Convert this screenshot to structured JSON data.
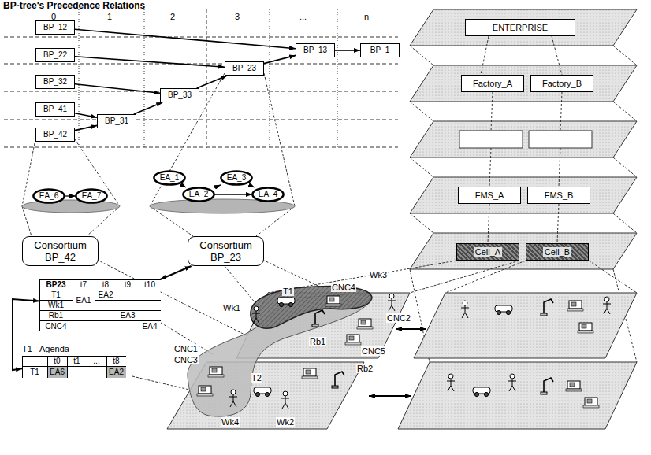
{
  "diagram": {
    "title": "BP-tree's Precedence Relations",
    "nodes": [
      {
        "text": [
          "BP_12"
        ]
      },
      {
        "text": [
          "BP_22"
        ]
      },
      {
        "text": [
          "BP_32"
        ]
      },
      {
        "text": [
          "BP_41"
        ]
      },
      {
        "text": [
          "BP_42"
        ]
      },
      {
        "text": [
          "BP_31"
        ]
      },
      {
        "text": [
          "BP_33"
        ]
      },
      {
        "text": [
          "BP_23"
        ]
      },
      {
        "text": [
          "BP_13"
        ]
      },
      {
        "text": [
          "BP_1"
        ]
      },
      {
        "text": [
          "EA_6"
        ]
      },
      {
        "text": [
          "EA_7"
        ]
      },
      {
        "text": [
          "EA_1"
        ]
      },
      {
        "text": [
          "EA_2"
        ]
      },
      {
        "text": [
          "EA_3"
        ]
      },
      {
        "text": [
          "EA_4"
        ]
      },
      {
        "text": [
          "Consortium BP_42"
        ]
      },
      {
        "text": [
          "Consortium BP_23"
        ]
      },
      {
        "text": [
          "BP23",
          "t7",
          "t8",
          "t9",
          "t10",
          "T1",
          "Wk1",
          "Rb1",
          "CNC4",
          "EA1",
          "EA2",
          "EA3",
          "EA4"
        ]
      },
      {
        "text": [
          "T1 - Agenda",
          "t0",
          "t1",
          "...",
          "t8",
          "T1",
          "EA6",
          "EA2"
        ]
      },
      {
        "text": [
          "ENTERPRISE"
        ]
      },
      {
        "text": [
          "Factory_A"
        ]
      },
      {
        "text": [
          "Factory_B"
        ]
      },
      {
        "text": [
          "FMS_A"
        ]
      },
      {
        "text": [
          "FMS_B"
        ]
      },
      {
        "text": [
          "Cell_A"
        ]
      },
      {
        "text": [
          "Cell_B"
        ]
      }
    ],
    "edges": [
      {
        "from": 0,
        "to": 8,
        "arrow": "to"
      },
      {
        "from": 8,
        "to": 9,
        "arrow": "to"
      },
      {
        "from": 1,
        "to": 7,
        "arrow": "to"
      },
      {
        "from": 2,
        "to": 6,
        "arrow": "to"
      },
      {
        "from": 3,
        "to": 5,
        "arrow": "to"
      },
      {
        "from": 4,
        "to": 5,
        "arrow": "to"
      },
      {
        "from": 5,
        "to": 6,
        "arrow": "to"
      },
      {
        "from": 6,
        "to": 7,
        "arrow": "to"
      },
      {
        "from": 7,
        "to": 8,
        "arrow": "to"
      },
      {
        "from": 10,
        "to": 11,
        "arrow": "to"
      },
      {
        "from": 12,
        "to": 13,
        "arrow": "to"
      },
      {
        "from": 13,
        "to": 14,
        "arrow": "to"
      },
      {
        "from": 14,
        "to": 15,
        "arrow": "to"
      },
      {
        "from": 13,
        "to": 15,
        "arrow": "to"
      },
      {
        "from": 17,
        "to": 18,
        "arrow": "both"
      },
      {
        "from": 19,
        "to": 18,
        "arrow": "both"
      }
    ],
    "labels": [
      "0",
      "1",
      "2",
      "3",
      "...",
      "n",
      "T1",
      "CNC4",
      "Wk3",
      "Wk1",
      "CNC2",
      "Rb1",
      "CNC5",
      "CNC1",
      "CNC3",
      "Rb2",
      "T2",
      "Wk4",
      "Wk2"
    ]
  }
}
